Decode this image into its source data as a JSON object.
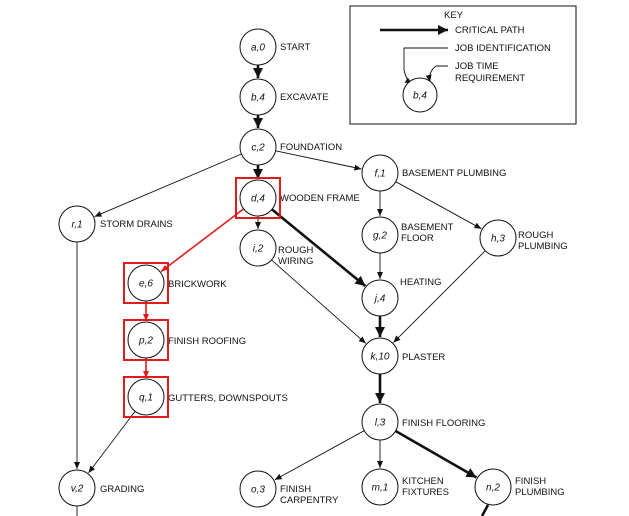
{
  "key": {
    "title": "KEY",
    "critical_path": "CRITICAL PATH",
    "job_identification": "JOB IDENTIFICATION",
    "job_time_line1": "JOB TIME",
    "job_time_line2": "REQUIREMENT",
    "sample_node": "b,4"
  },
  "nodes": [
    {
      "id": "a",
      "text": "a,0",
      "label": [
        "START"
      ]
    },
    {
      "id": "b",
      "text": "b,4",
      "label": [
        "EXCAVATE"
      ]
    },
    {
      "id": "c",
      "text": "c,2",
      "label": [
        "FOUNDATION"
      ]
    },
    {
      "id": "f",
      "text": "f,1",
      "label": [
        "BASEMENT PLUMBING"
      ]
    },
    {
      "id": "d",
      "text": "d,4",
      "label": [
        "WOODEN FRAME"
      ]
    },
    {
      "id": "r",
      "text": "r,1",
      "label": [
        "STORM DRAINS"
      ]
    },
    {
      "id": "i",
      "text": "i,2",
      "label": [
        "ROUGH",
        "WIRING"
      ]
    },
    {
      "id": "g",
      "text": "g,2",
      "label": [
        "BASEMENT",
        "FLOOR"
      ]
    },
    {
      "id": "h",
      "text": "h,3",
      "label": [
        "ROUGH",
        "PLUMBING"
      ]
    },
    {
      "id": "e",
      "text": "e,6",
      "label": [
        "BRICKWORK"
      ]
    },
    {
      "id": "j",
      "text": "j,4",
      "label": [
        "HEATING"
      ]
    },
    {
      "id": "p",
      "text": "p,2",
      "label": [
        "FINISH ROOFING"
      ]
    },
    {
      "id": "k",
      "text": "k,10",
      "label": [
        "PLASTER"
      ]
    },
    {
      "id": "q",
      "text": "q,1",
      "label": [
        "GUTTERS, DOWNSPOUTS"
      ]
    },
    {
      "id": "l",
      "text": "l,3",
      "label": [
        "FINISH FLOORING"
      ]
    },
    {
      "id": "v",
      "text": "v,2",
      "label": [
        "GRADING"
      ]
    },
    {
      "id": "o",
      "text": "o,3",
      "label": [
        "FINISH",
        "CARPENTRY"
      ]
    },
    {
      "id": "m",
      "text": "m,1",
      "label": [
        "KITCHEN",
        "FIXTURES"
      ]
    },
    {
      "id": "n",
      "text": "n,2",
      "label": [
        "FINISH",
        "PLUMBING"
      ]
    }
  ],
  "edges": [
    {
      "from": "a",
      "to": "b",
      "critical": true
    },
    {
      "from": "b",
      "to": "c",
      "critical": true
    },
    {
      "from": "c",
      "to": "d",
      "critical": true
    },
    {
      "from": "c",
      "to": "f",
      "critical": false
    },
    {
      "from": "c",
      "to": "r",
      "critical": false
    },
    {
      "from": "d",
      "to": "i",
      "critical": false
    },
    {
      "from": "d",
      "to": "j",
      "critical": true
    },
    {
      "from": "d",
      "to": "e",
      "critical": false
    },
    {
      "from": "f",
      "to": "g",
      "critical": false
    },
    {
      "from": "f",
      "to": "h",
      "critical": false
    },
    {
      "from": "g",
      "to": "j",
      "critical": false
    },
    {
      "from": "i",
      "to": "k",
      "critical": false
    },
    {
      "from": "j",
      "to": "k",
      "critical": true
    },
    {
      "from": "h",
      "to": "k",
      "critical": false
    },
    {
      "from": "e",
      "to": "p",
      "critical": false
    },
    {
      "from": "p",
      "to": "q",
      "critical": false
    },
    {
      "from": "q",
      "to": "v",
      "critical": false
    },
    {
      "from": "r",
      "to": "v",
      "critical": false
    },
    {
      "from": "k",
      "to": "l",
      "critical": true
    },
    {
      "from": "l",
      "to": "o",
      "critical": false
    },
    {
      "from": "l",
      "to": "m",
      "critical": false
    },
    {
      "from": "l",
      "to": "n",
      "critical": true
    }
  ],
  "highlighted_nodes": [
    "d",
    "e",
    "p",
    "q"
  ],
  "highlight_color": "#e11b1b"
}
